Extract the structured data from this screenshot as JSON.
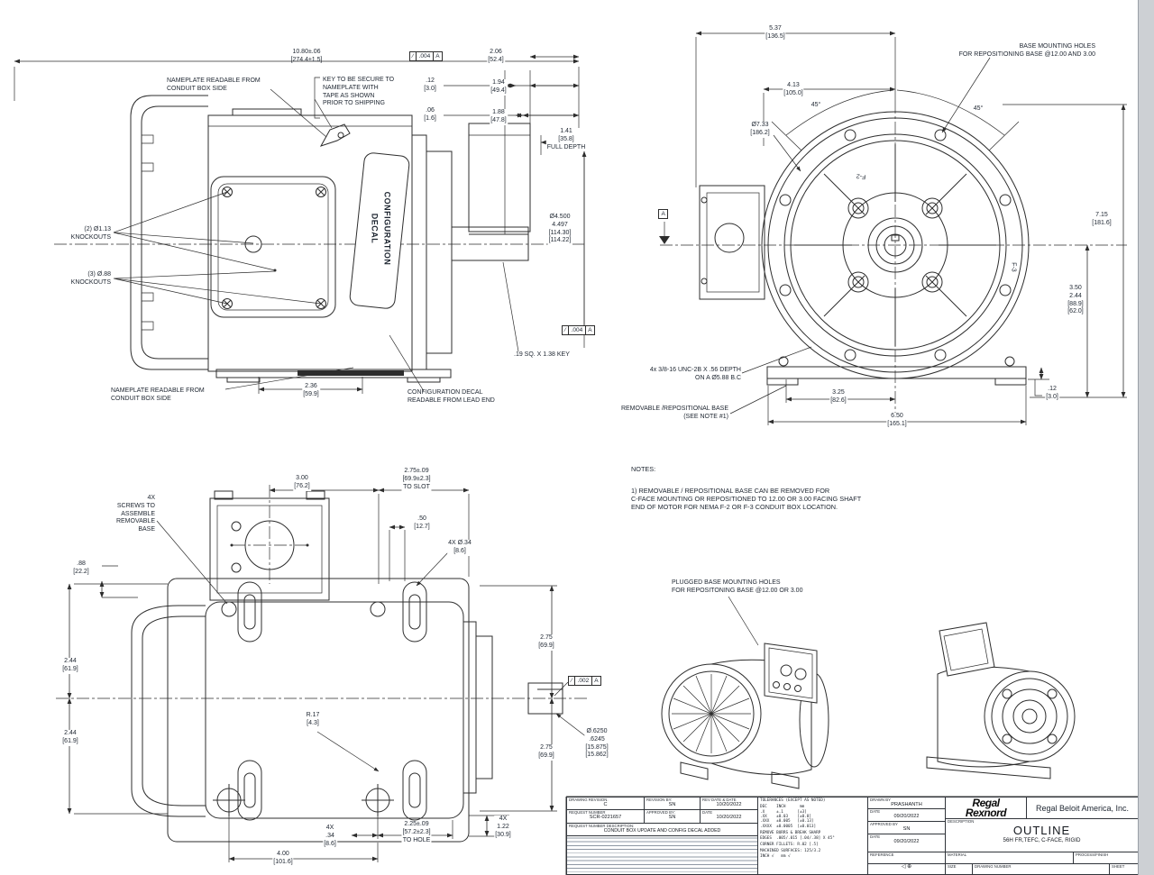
{
  "side_view": {
    "overall": "10.80±.06\n[274.4±1.5]",
    "flag_top": {
      "symbol": "∕",
      "tol": ".004",
      "datum": "A"
    },
    "nameplate_top": "NAMEPLATE READABLE FROM\nCONDUIT BOX SIDE",
    "key_note": "KEY TO BE SECURE TO\nNAMEPLATE WITH\nTAPE AS SHOWN\nPRIOR TO SHIPPING",
    "d206": "2.06\n[52.4]",
    "d12": ".12\n[3.0]",
    "d194": "1.94\n[49.4]",
    "d06": ".06\n[1.6]",
    "d188": "1.88\n[47.8]",
    "d141": "1.41\n[35.8]\nFULL DEPTH",
    "shaft_dia": "Ø4.500\n4.497\n[114.30]\n[114.22]",
    "flag_bottom": {
      "symbol": "∕",
      "tol": ".004",
      "datum": "A"
    },
    "key_dim": ".19 SQ. X 1.38 KEY",
    "knockouts2": "(2) Ø1.13\nKNOCKOUTS",
    "knockouts3": "(3) Ø.88\nKNOCKOUTS",
    "nameplate_bottom": "NAMEPLATE READABLE FROM\nCONDUIT BOX SIDE",
    "d236": "2.36\n[59.9]",
    "config_readable": "CONFIGURATION DECAL\nREADABLE FROM LEAD END",
    "decal": "CONFIGURATION\nDECAL"
  },
  "front_view": {
    "d537": "5.37\n[136.5]",
    "d413": "4.13\n[105.0]",
    "d733": "Ø7.33\n[186.2]",
    "base_holes": "BASE MOUNTING HOLES\nFOR REPOSITIONING BASE @12.00 AND 3.00",
    "angle_left": "45°",
    "angle_right": "45°",
    "datum": "A",
    "d715": "7.15\n[181.6]",
    "d350": "3.50\n2.44\n[88.9]\n[62.0]",
    "d12": ".12\n[3.0]",
    "tap_note": "4x 3/8-16 UNC-2B X .56 DEPTH\nON A Ø5.88 B.C",
    "removable": "REMOVABLE /REPOSITIONAL BASE\n(SEE NOTE #1)",
    "d325": "3.25\n[82.6]",
    "d650": "6.50\n[165.1]",
    "f2": "F-2",
    "f3": "F-3"
  },
  "plan_view": {
    "screws": "4X\nSCREWS TO\nASSEMBLE\nREMOVABLE\nBASE",
    "d300": "3.00\n[76.2]",
    "d275slot": "2.75±.09\n[69.9±2.3]\nTO SLOT",
    "d50": ".50\n[12.7]",
    "d434": "4X Ø.34\n[8.6]",
    "d88": ".88\n[22.2]",
    "d244a": "2.44\n[61.9]",
    "d244b": "2.44\n[61.9]",
    "d275a": "2.75\n[69.9]",
    "flag": {
      "symbol": "∕",
      "tol": ".002",
      "datum": "A"
    },
    "shaft_dia": "Ø.6250\n.6245\n[15.875]\n[15.862]",
    "d275b": "2.75\n[69.9]",
    "r17": "R.17\n[4.3]",
    "d34": "4X\n.34\n[8.6]",
    "d225": "2.25±.09\n[57.2±2.3]\nTO HOLE",
    "d122": "4X\n1.22\n[30.9]",
    "d400": "4.00\n[101.6]"
  },
  "iso": {
    "plugged": "PLUGGED BASE MOUNTING HOLES\nFOR REPOSITONING BASE @12.00 OR 3.00"
  },
  "notes": {
    "title": "NOTES:",
    "n1": "1)   REMOVABLE / REPOSITIONAL BASE CAN BE REMOVED FOR\n      C-FACE MOUNTING OR REPOSITIONED TO 12.00 OR 3.00 FACING SHAFT\n      END OF MOTOR FOR NEMA F-2 OR F-3 CONDUIT BOX LOCATION."
  },
  "title_block": {
    "drawing_revision_label": "DRAWING REVISION:",
    "drawing_revision": "C",
    "revision_by_label": "REVISION BY:",
    "revision_by": "SN",
    "rev_date_label": "REV DATE & DATE",
    "rev_date": "10/20/2022",
    "request_number_label": "REQUEST NUMBER",
    "request_number": "SCR-0221657",
    "approved_by_label": "APPROVED BY:",
    "approved_by": "SN",
    "date_label": "DATE",
    "approved_date": "10/20/2022",
    "request_desc_label": "REQUEST NUMBER DESCRIPTION:",
    "request_desc": "CONDUIT BOX UPDATE AND CONFIG DECAL ADDED",
    "tol_header": "TOLERANCES (EXCEPT AS NOTED)",
    "tol_table": "DEC    INCH      mm\n.X     ±.1      [±3]\n.XX    ±0.03    [±0.8]\n.XXX   ±0.005   [±0.13]\n.XXXX  ±0.0005  [±0.013]",
    "edges": "REMOVE BURRS & BREAK SHARP\nEDGES  .005/.015 [.04/.38] X 45°",
    "fillets": "CORNER FILLETS: R.02 [.5]",
    "machined": "MACHINED SURFACES: 125/3.2\nINCH √   mm √",
    "drawn_by_label": "DRAWN BY",
    "drawn_by": "PRASHANTH",
    "drawn_date_label": "DATE",
    "drawn_date": "09/20/2022",
    "tb_approved_by_label": "APPROVED BY",
    "tb_approved_by": "SN",
    "tb_approved_date_label": "DATE",
    "tb_approved_date": "09/20/2022",
    "reference_label": "REFERENCE",
    "projection_icon": "◁ ⊕",
    "logo_line1": "Regal",
    "logo_line2": "Rexnord",
    "company": "Regal Beloit America, Inc.",
    "description_label": "DESCRIPTION",
    "description_title": "OUTLINE",
    "description_sub": "56H FR,TEFC, C-FACE, RIGID",
    "material_label": "MATERIAL",
    "process_label": "PROCESS/FINISH",
    "size_label": "SIZE",
    "drawing_number_label": "DRAWING NUMBER",
    "sheet_label": "SHEET"
  }
}
